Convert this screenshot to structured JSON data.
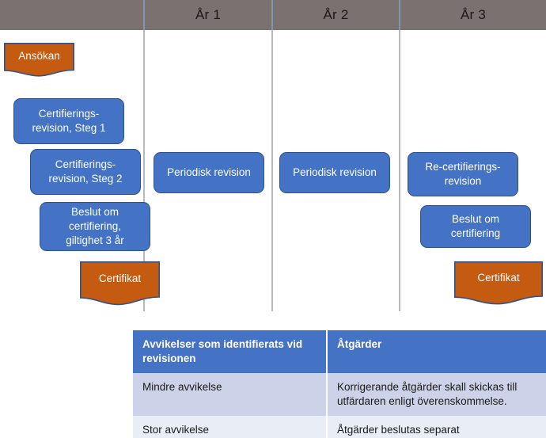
{
  "timeline_header": {
    "columns": [
      {
        "label": "",
        "name": "header-col-prep"
      },
      {
        "label": "År 1",
        "name": "header-col-ar-1"
      },
      {
        "label": "År 2",
        "name": "header-col-ar-2"
      },
      {
        "label": "År 3",
        "name": "header-col-ar-3"
      }
    ]
  },
  "flow": {
    "application": {
      "label": "Ansökan"
    },
    "steps": [
      {
        "label": "Certifierings-\nrevision, Steg 1",
        "line1": "Certifierings-",
        "line2": "revision, Steg 1"
      },
      {
        "label": "Certifierings-\nrevision, Steg 2",
        "line1": "Certifierings-",
        "line2": "revision, Steg 2"
      },
      {
        "label": "Beslut om certifiering, giltighet 3 år",
        "line1": "Beslut om",
        "line2": "certifiering,",
        "line3": "giltighet 3 år"
      }
    ],
    "year1_box": {
      "label": "Periodisk revision"
    },
    "year2_box": {
      "label": "Periodisk revision"
    },
    "year3_box": {
      "line1": "Re-certifierings-",
      "line2": "revision"
    },
    "year3_decision": {
      "line1": "Beslut om",
      "line2": "certifiering"
    },
    "certificate_left": {
      "label": "Certifikat"
    },
    "certificate_right": {
      "label": "Certifikat"
    }
  },
  "table": {
    "headers": [
      "Avvikelser som identifierats vid revisionen",
      "Åtgärder"
    ],
    "rows": [
      {
        "deviation": "Mindre avvikelse",
        "action": "Korrigerande åtgärder skall skickas till utfärdaren enligt överenskommelse."
      },
      {
        "deviation": "Stor avvikelse",
        "action": "Åtgärder beslutas separat"
      }
    ]
  },
  "colors": {
    "header_band": "#7a7271",
    "process_blue": "#4472c4",
    "process_blue_border": "#2f528f",
    "certificate_orange": "#c55a11",
    "certificate_border": "#2f528f",
    "table_header_blue": "#4472c4",
    "table_row_a": "#ccd3e8",
    "table_row_b": "#e9edf5",
    "column_rule": "#b9b9b9"
  }
}
